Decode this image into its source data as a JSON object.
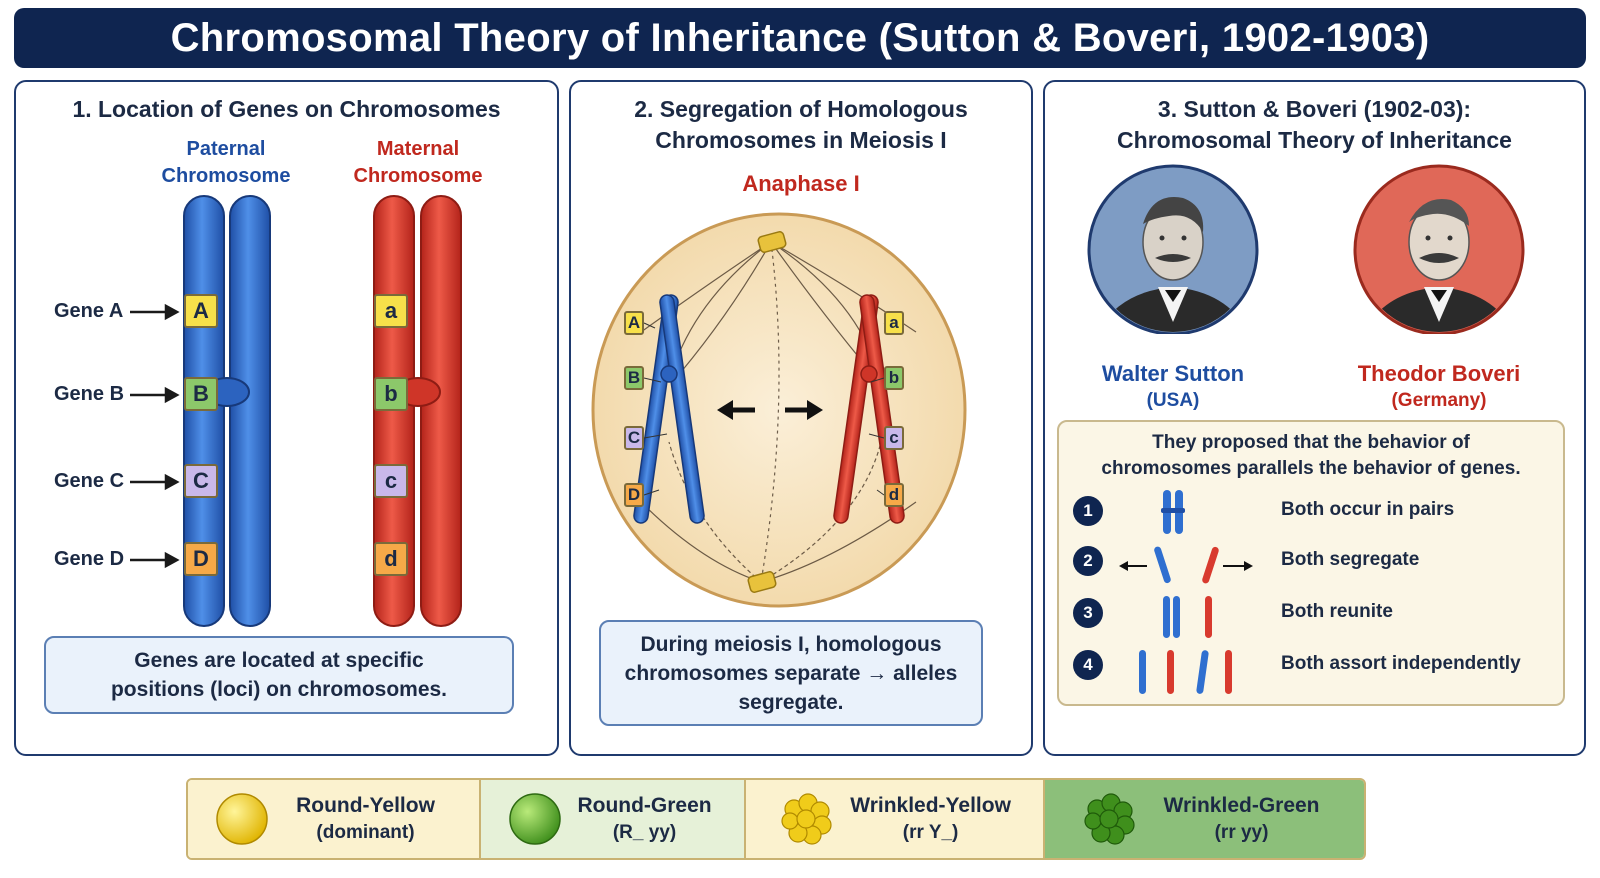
{
  "title": "Chromosomal Theory of Inheritance (Sutton & Boveri, 1902-1903)",
  "panel1": {
    "heading": "1. Location of Genes on Chromosomes",
    "paternal_label": [
      "Paternal",
      "Chromosome"
    ],
    "maternal_label": [
      "Maternal",
      "Chromosome"
    ],
    "gene_labels": [
      "Gene A",
      "Gene B",
      "Gene C",
      "Gene D"
    ],
    "paternal_alleles": [
      "A",
      "B",
      "C",
      "D"
    ],
    "maternal_alleles": [
      "a",
      "b",
      "c",
      "d"
    ],
    "caption": "Genes are located at specific positions (loci) on chromosomes."
  },
  "panel2": {
    "heading": [
      "2. Segregation of Homologous",
      "Chromosomes in Meiosis I"
    ],
    "phase_label": "Anaphase I",
    "left_alleles": [
      "A",
      "B",
      "C",
      "D"
    ],
    "right_alleles": [
      "a",
      "b",
      "c",
      "d"
    ],
    "caption": "During meiosis I, homologous chromosomes separate → alleles segregate."
  },
  "panel3": {
    "heading": [
      "3. Sutton & Boveri (1902-03):",
      "Chromosomal Theory of Inheritance"
    ],
    "scientists": [
      {
        "name": "Walter Sutton",
        "country": "(USA)"
      },
      {
        "name": "Theodor Boveri",
        "country": "(Germany)"
      }
    ],
    "statement": [
      "They proposed that the behavior of",
      "chromosomes parallels the behavior of genes."
    ],
    "points": [
      {
        "num": "1",
        "text": "Both occur in pairs"
      },
      {
        "num": "2",
        "text": "Both segregate"
      },
      {
        "num": "3",
        "text": "Both reunite"
      },
      {
        "num": "4",
        "text": "Both assort independently"
      }
    ]
  },
  "legend": [
    {
      "name": "Round-Yellow",
      "sub": "(dominant)"
    },
    {
      "name": "Round-Green",
      "sub": "(R_ yy)"
    },
    {
      "name": "Wrinkled-Yellow",
      "sub": "(rr Y_)"
    },
    {
      "name": "Wrinkled-Green",
      "sub": "(rr yy)"
    }
  ],
  "colors": {
    "navy": "#0f2550",
    "paternal_blue": "#2f6fd0",
    "maternal_red": "#d83a2e",
    "gene_a": "#f7e04a",
    "gene_b": "#8cc86a",
    "gene_c": "#c9b8ea",
    "gene_d": "#f6a948",
    "cell_fill": "#f6e2bf"
  }
}
